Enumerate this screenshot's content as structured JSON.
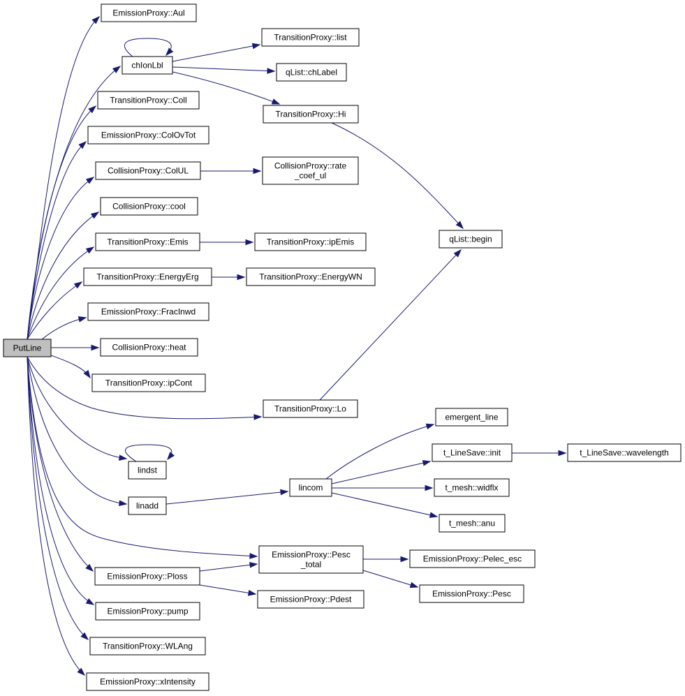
{
  "diagram": {
    "type": "call-graph",
    "edge_color": "#191970",
    "root_fill": "#bfbfbf",
    "nodes": [
      {
        "id": "putline",
        "label": [
          "PutLine"
        ],
        "root": true
      },
      {
        "id": "aul",
        "label": [
          "EmissionProxy::Aul"
        ]
      },
      {
        "id": "chionlbl",
        "label": [
          "chIonLbl"
        ]
      },
      {
        "id": "coll",
        "label": [
          "TransitionProxy::Coll"
        ]
      },
      {
        "id": "colovtot",
        "label": [
          "EmissionProxy::ColOvTot"
        ]
      },
      {
        "id": "colul",
        "label": [
          "CollisionProxy::ColUL"
        ]
      },
      {
        "id": "cool",
        "label": [
          "CollisionProxy::cool"
        ]
      },
      {
        "id": "emis",
        "label": [
          "TransitionProxy::Emis"
        ]
      },
      {
        "id": "energyerg",
        "label": [
          "TransitionProxy::EnergyErg"
        ]
      },
      {
        "id": "fracinwd",
        "label": [
          "EmissionProxy::FracInwd"
        ]
      },
      {
        "id": "heat",
        "label": [
          "CollisionProxy::heat"
        ]
      },
      {
        "id": "ipcont",
        "label": [
          "TransitionProxy::ipCont"
        ]
      },
      {
        "id": "lo",
        "label": [
          "TransitionProxy::Lo"
        ]
      },
      {
        "id": "lindst",
        "label": [
          "lindst"
        ]
      },
      {
        "id": "linadd",
        "label": [
          "linadd"
        ]
      },
      {
        "id": "pesc_total",
        "label": [
          "EmissionProxy::Pesc",
          "_total"
        ]
      },
      {
        "id": "ploss",
        "label": [
          "EmissionProxy::Ploss"
        ]
      },
      {
        "id": "pump",
        "label": [
          "EmissionProxy::pump"
        ]
      },
      {
        "id": "wlang",
        "label": [
          "TransitionProxy::WLAng"
        ]
      },
      {
        "id": "xintensity",
        "label": [
          "EmissionProxy::xIntensity"
        ]
      },
      {
        "id": "list",
        "label": [
          "TransitionProxy::list"
        ]
      },
      {
        "id": "chlabel",
        "label": [
          "qList::chLabel"
        ]
      },
      {
        "id": "hi",
        "label": [
          "TransitionProxy::Hi"
        ]
      },
      {
        "id": "rate_coef_ul",
        "label": [
          "CollisionProxy::rate",
          "_coef_ul"
        ]
      },
      {
        "id": "ipemis",
        "label": [
          "TransitionProxy::ipEmis"
        ]
      },
      {
        "id": "energywn",
        "label": [
          "TransitionProxy::EnergyWN"
        ]
      },
      {
        "id": "begin",
        "label": [
          "qList::begin"
        ]
      },
      {
        "id": "lincom",
        "label": [
          "lincom"
        ]
      },
      {
        "id": "pdest",
        "label": [
          "EmissionProxy::Pdest"
        ]
      },
      {
        "id": "emergent_line",
        "label": [
          "emergent_line"
        ]
      },
      {
        "id": "init",
        "label": [
          "t_LineSave::init"
        ]
      },
      {
        "id": "widflx",
        "label": [
          "t_mesh::widflx"
        ]
      },
      {
        "id": "anu",
        "label": [
          "t_mesh::anu"
        ]
      },
      {
        "id": "pelec_esc",
        "label": [
          "EmissionProxy::Pelec_esc"
        ]
      },
      {
        "id": "pesc",
        "label": [
          "EmissionProxy::Pesc"
        ]
      },
      {
        "id": "wavelength",
        "label": [
          "t_LineSave::wavelength"
        ]
      }
    ],
    "edges": [
      [
        "putline",
        "aul"
      ],
      [
        "putline",
        "chionlbl"
      ],
      [
        "putline",
        "coll"
      ],
      [
        "putline",
        "colovtot"
      ],
      [
        "putline",
        "colul"
      ],
      [
        "putline",
        "cool"
      ],
      [
        "putline",
        "emis"
      ],
      [
        "putline",
        "energyerg"
      ],
      [
        "putline",
        "fracinwd"
      ],
      [
        "putline",
        "heat"
      ],
      [
        "putline",
        "ipcont"
      ],
      [
        "putline",
        "lo"
      ],
      [
        "putline",
        "lindst"
      ],
      [
        "putline",
        "linadd"
      ],
      [
        "putline",
        "pesc_total"
      ],
      [
        "putline",
        "ploss"
      ],
      [
        "putline",
        "pump"
      ],
      [
        "putline",
        "wlang"
      ],
      [
        "putline",
        "xintensity"
      ],
      [
        "chionlbl",
        "chionlbl"
      ],
      [
        "chionlbl",
        "list"
      ],
      [
        "chionlbl",
        "chlabel"
      ],
      [
        "chionlbl",
        "hi"
      ],
      [
        "hi",
        "begin"
      ],
      [
        "colul",
        "rate_coef_ul"
      ],
      [
        "emis",
        "ipemis"
      ],
      [
        "energyerg",
        "energywn"
      ],
      [
        "lo",
        "begin"
      ],
      [
        "lindst",
        "lindst"
      ],
      [
        "linadd",
        "lincom"
      ],
      [
        "lincom",
        "emergent_line"
      ],
      [
        "lincom",
        "init"
      ],
      [
        "lincom",
        "widflx"
      ],
      [
        "lincom",
        "anu"
      ],
      [
        "init",
        "wavelength"
      ],
      [
        "pesc_total",
        "pelec_esc"
      ],
      [
        "pesc_total",
        "pesc"
      ],
      [
        "ploss",
        "pesc_total"
      ],
      [
        "ploss",
        "pdest"
      ]
    ]
  }
}
